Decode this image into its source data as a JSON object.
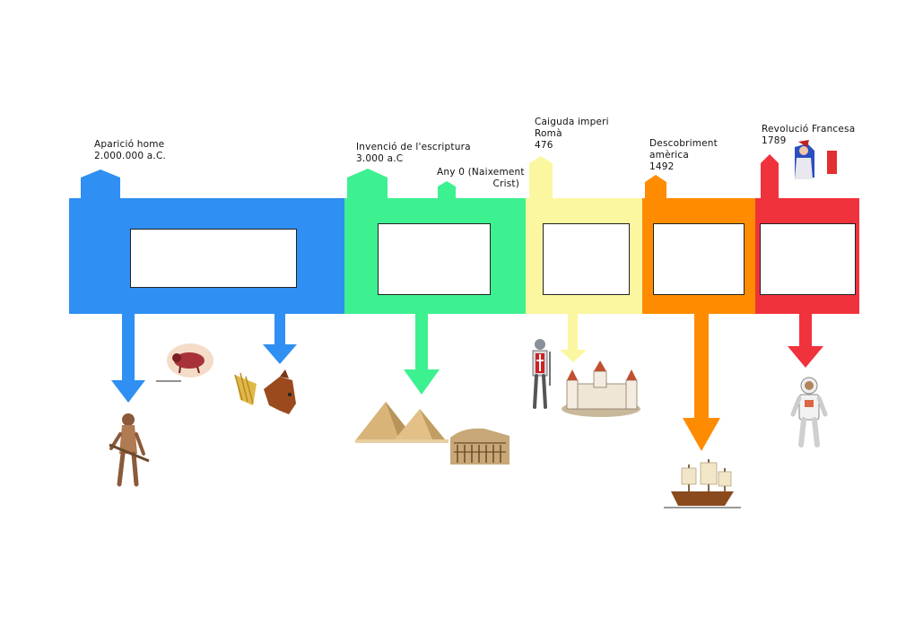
{
  "timeline": {
    "events": [
      {
        "line1": "Aparició home",
        "line2": "2.000.000 a.C."
      },
      {
        "line1": "Invenció de l'escriptura",
        "line2": "3.000 a.C"
      },
      {
        "line1": "Any 0 (Naixement",
        "line2": "Crist)"
      },
      {
        "line1": "Caiguda imperi",
        "line2": "Romà",
        "line3": "476"
      },
      {
        "line1": "Descobriment",
        "line2": "amèrica",
        "line3": "1492"
      },
      {
        "line1": "Revolució Francesa",
        "line2": "1789"
      }
    ],
    "ages": [
      {
        "color": "#2f8ff2",
        "answer": ""
      },
      {
        "color": "#3df090",
        "answer": ""
      },
      {
        "color": "#fbf7a0",
        "answer": ""
      },
      {
        "color": "#ff8c00",
        "answer": ""
      },
      {
        "color": "#f0323c",
        "answer": ""
      }
    ]
  }
}
